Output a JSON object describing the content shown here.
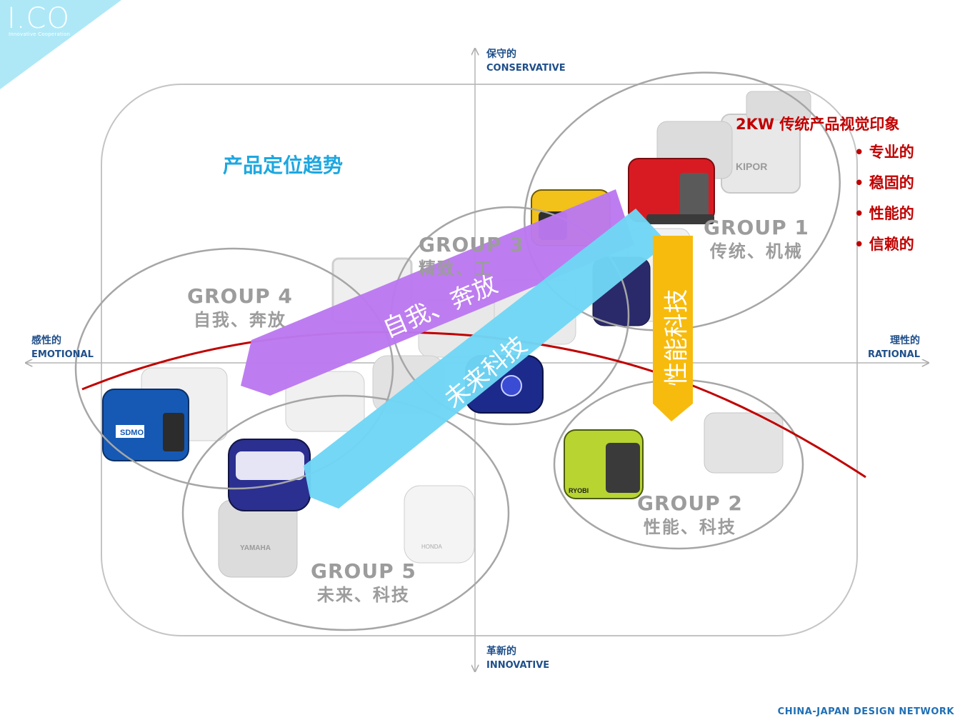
{
  "logo": {
    "mark": "I.CO",
    "tagline": "Innovative Cooperation"
  },
  "title": "产品定位趋势",
  "axes": {
    "top": {
      "cn": "保守的",
      "en": "CONSERVATIVE"
    },
    "bottom": {
      "cn": "革新的",
      "en": "INNOVATIVE"
    },
    "left": {
      "cn": "感性的",
      "en": "EMOTIONAL"
    },
    "right": {
      "cn": "理性的",
      "en": "RATIONAL"
    }
  },
  "groups": [
    {
      "name": "GROUP 1",
      "desc": "传统、机械"
    },
    {
      "name": "GROUP 2",
      "desc": "性能、科技"
    },
    {
      "name": "GROUP 3",
      "desc": "精致、工"
    },
    {
      "name": "GROUP 4",
      "desc": "自我、奔放"
    },
    {
      "name": "GROUP 5",
      "desc": "未来、科技"
    }
  ],
  "trend_arrows": [
    {
      "label": "自我、奔放",
      "color": "#bb79f0"
    },
    {
      "label": "未来科技",
      "color": "#6fd6f5"
    },
    {
      "label": "性能科技",
      "color": "#f7bb0e"
    }
  ],
  "impression": {
    "title": "2KW 传统产品视觉印象",
    "items": [
      "专业的",
      "稳固的",
      "性能的",
      "信赖的"
    ]
  },
  "product_labels": [
    "KIPOR",
    "SDMO",
    "YAMAHA",
    "HONDA",
    "RYOBI"
  ],
  "colors": {
    "accent": "#1ea7e0",
    "curve": "#c00000",
    "axis_text": "#1f4f8a",
    "logo_bg": "#aee8f7"
  },
  "footer": "CHINA-JAPAN DESIGN NETWORK"
}
